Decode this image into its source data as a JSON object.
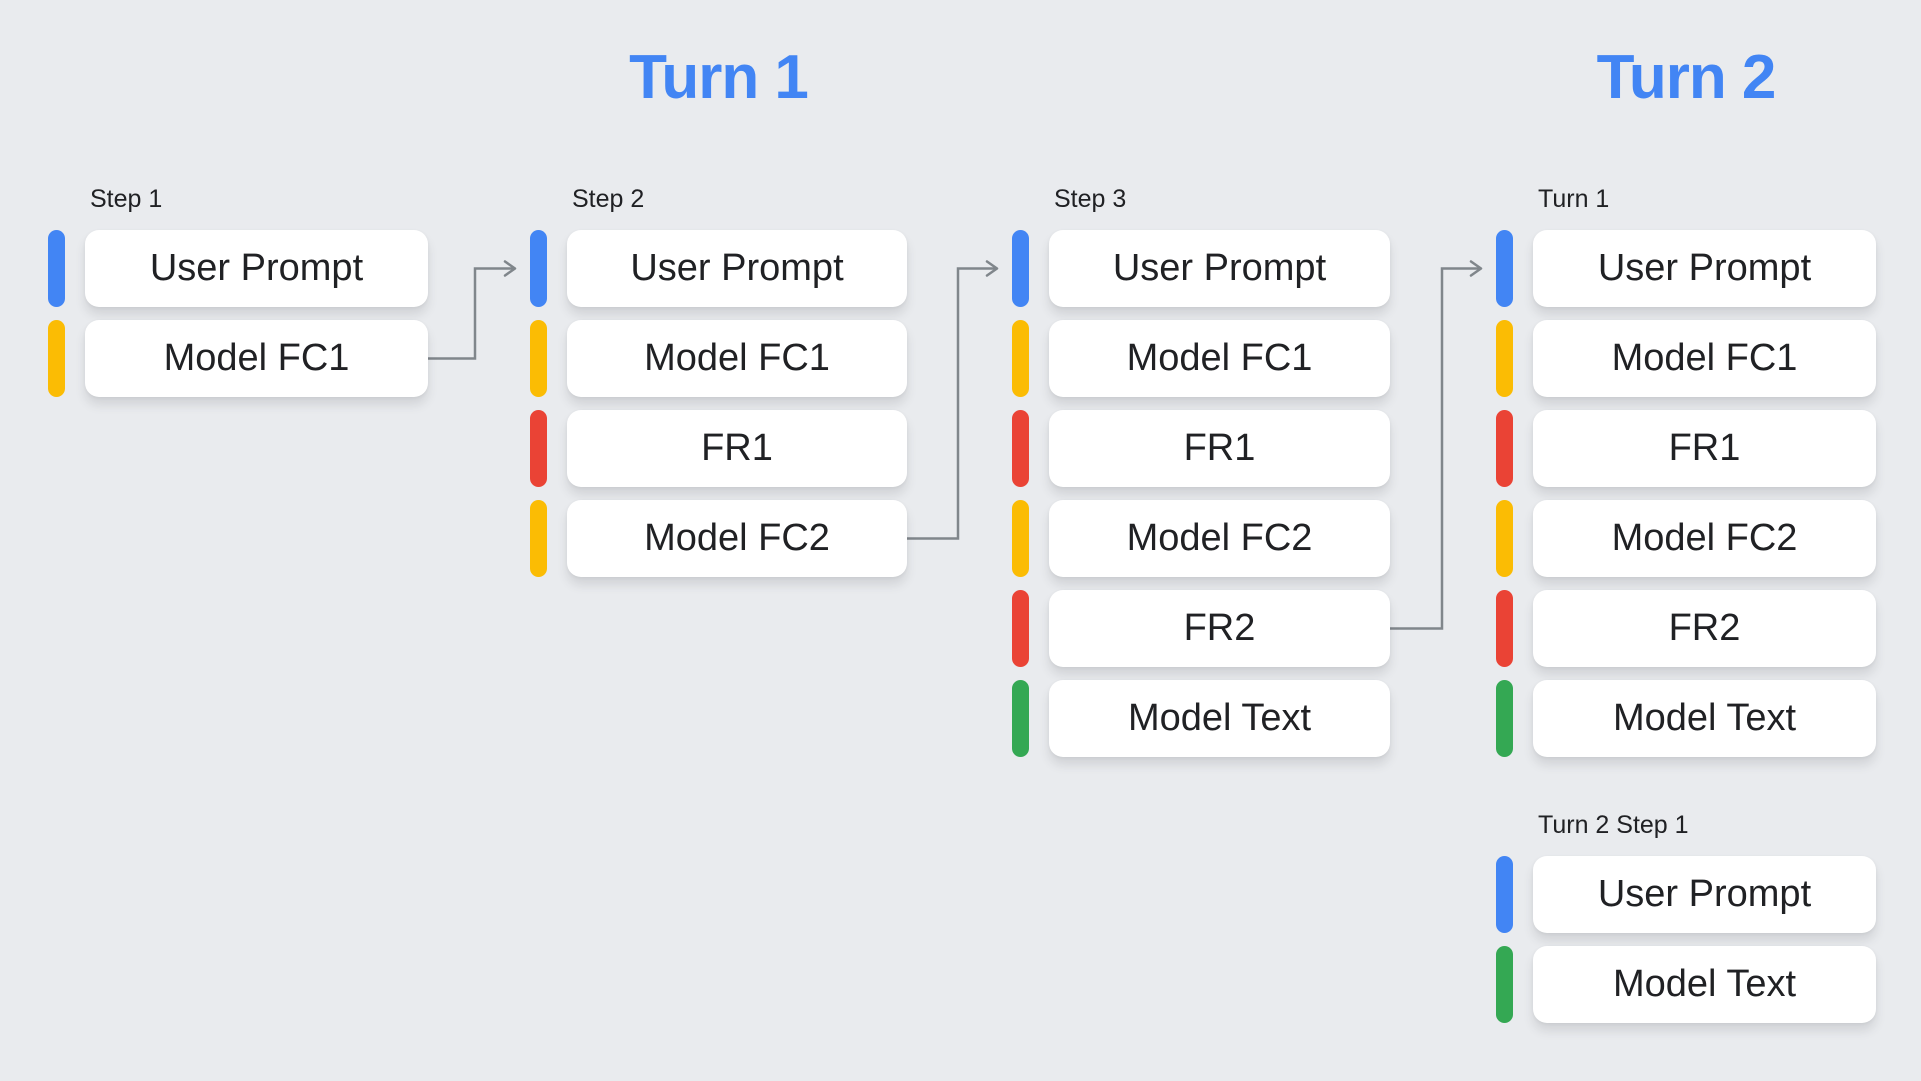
{
  "headings": {
    "turn1": "Turn 1",
    "turn2": "Turn 2"
  },
  "palette": {
    "blue": "#4285F4",
    "yellow": "#FBBC04",
    "red": "#EA4335",
    "green": "#34A853",
    "heading_blue": "#4285F4",
    "arrow_gray": "#80868B",
    "background": "#E9EBEE",
    "card_white": "#FFFFFF",
    "text_dark": "#202124"
  },
  "columns": [
    {
      "id": "step-1",
      "label": "Step 1",
      "rows": [
        {
          "text": "User Prompt",
          "color": "blue"
        },
        {
          "text": "Model FC1",
          "color": "yellow"
        }
      ]
    },
    {
      "id": "step-2",
      "label": "Step 2",
      "rows": [
        {
          "text": "User Prompt",
          "color": "blue"
        },
        {
          "text": "Model FC1",
          "color": "yellow"
        },
        {
          "text": "FR1",
          "color": "red"
        },
        {
          "text": "Model FC2",
          "color": "yellow"
        }
      ]
    },
    {
      "id": "step-3",
      "label": "Step 3",
      "rows": [
        {
          "text": "User Prompt",
          "color": "blue"
        },
        {
          "text": "Model FC1",
          "color": "yellow"
        },
        {
          "text": "FR1",
          "color": "red"
        },
        {
          "text": "Model FC2",
          "color": "yellow"
        },
        {
          "text": "FR2",
          "color": "red"
        },
        {
          "text": "Model Text",
          "color": "green"
        }
      ]
    },
    {
      "id": "turn-1-summary",
      "label": "Turn 1",
      "rows": [
        {
          "text": "User Prompt",
          "color": "blue"
        },
        {
          "text": "Model FC1",
          "color": "yellow"
        },
        {
          "text": "FR1",
          "color": "red"
        },
        {
          "text": "Model FC2",
          "color": "yellow"
        },
        {
          "text": "FR2",
          "color": "red"
        },
        {
          "text": "Model Text",
          "color": "green"
        }
      ]
    },
    {
      "id": "turn-2-step-1",
      "label": "Turn 2 Step 1",
      "rows": [
        {
          "text": "User Prompt",
          "color": "blue"
        },
        {
          "text": "Model Text",
          "color": "green"
        }
      ]
    }
  ],
  "connections": [
    {
      "from": "step-1 / Model FC1",
      "to": "step-2 / User Prompt"
    },
    {
      "from": "step-2 / Model FC2",
      "to": "step-3 / User Prompt"
    },
    {
      "from": "step-3 / FR2",
      "to": "turn-1-summary / User Prompt"
    }
  ]
}
